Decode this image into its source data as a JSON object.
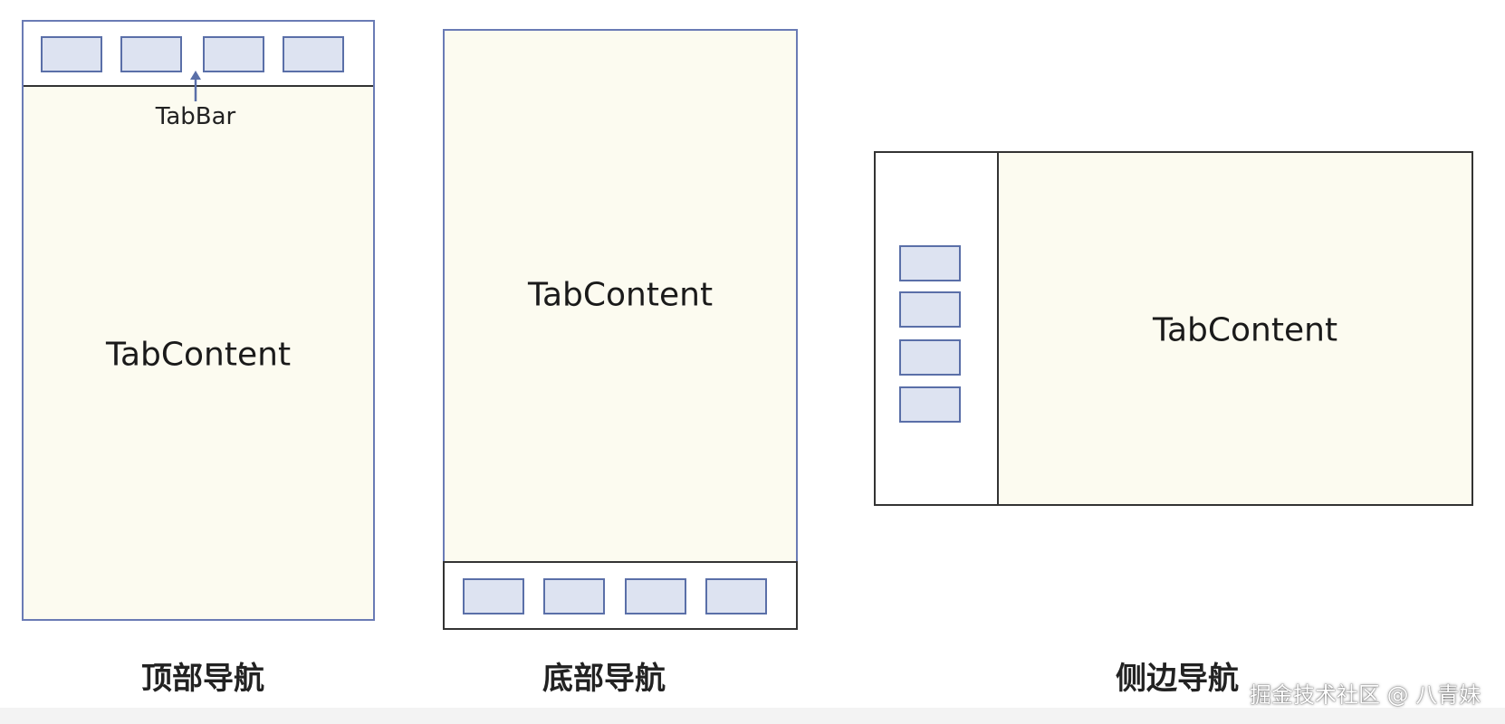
{
  "panels": {
    "top": {
      "content_label": "TabContent",
      "tabbar_label": "TabBar",
      "caption": "顶部导航"
    },
    "bottom": {
      "content_label": "TabContent",
      "caption": "底部导航"
    },
    "side": {
      "content_label": "TabContent",
      "caption": "侧边导航"
    }
  },
  "watermark": "掘金技术社区 @ 八青妹",
  "colors": {
    "content_fill": "#fcfbf0",
    "tab_fill": "#dde3f1",
    "tab_border": "#5a6fa8",
    "frame_border_blue": "#6a7bb5",
    "frame_border_dark": "#333333"
  }
}
